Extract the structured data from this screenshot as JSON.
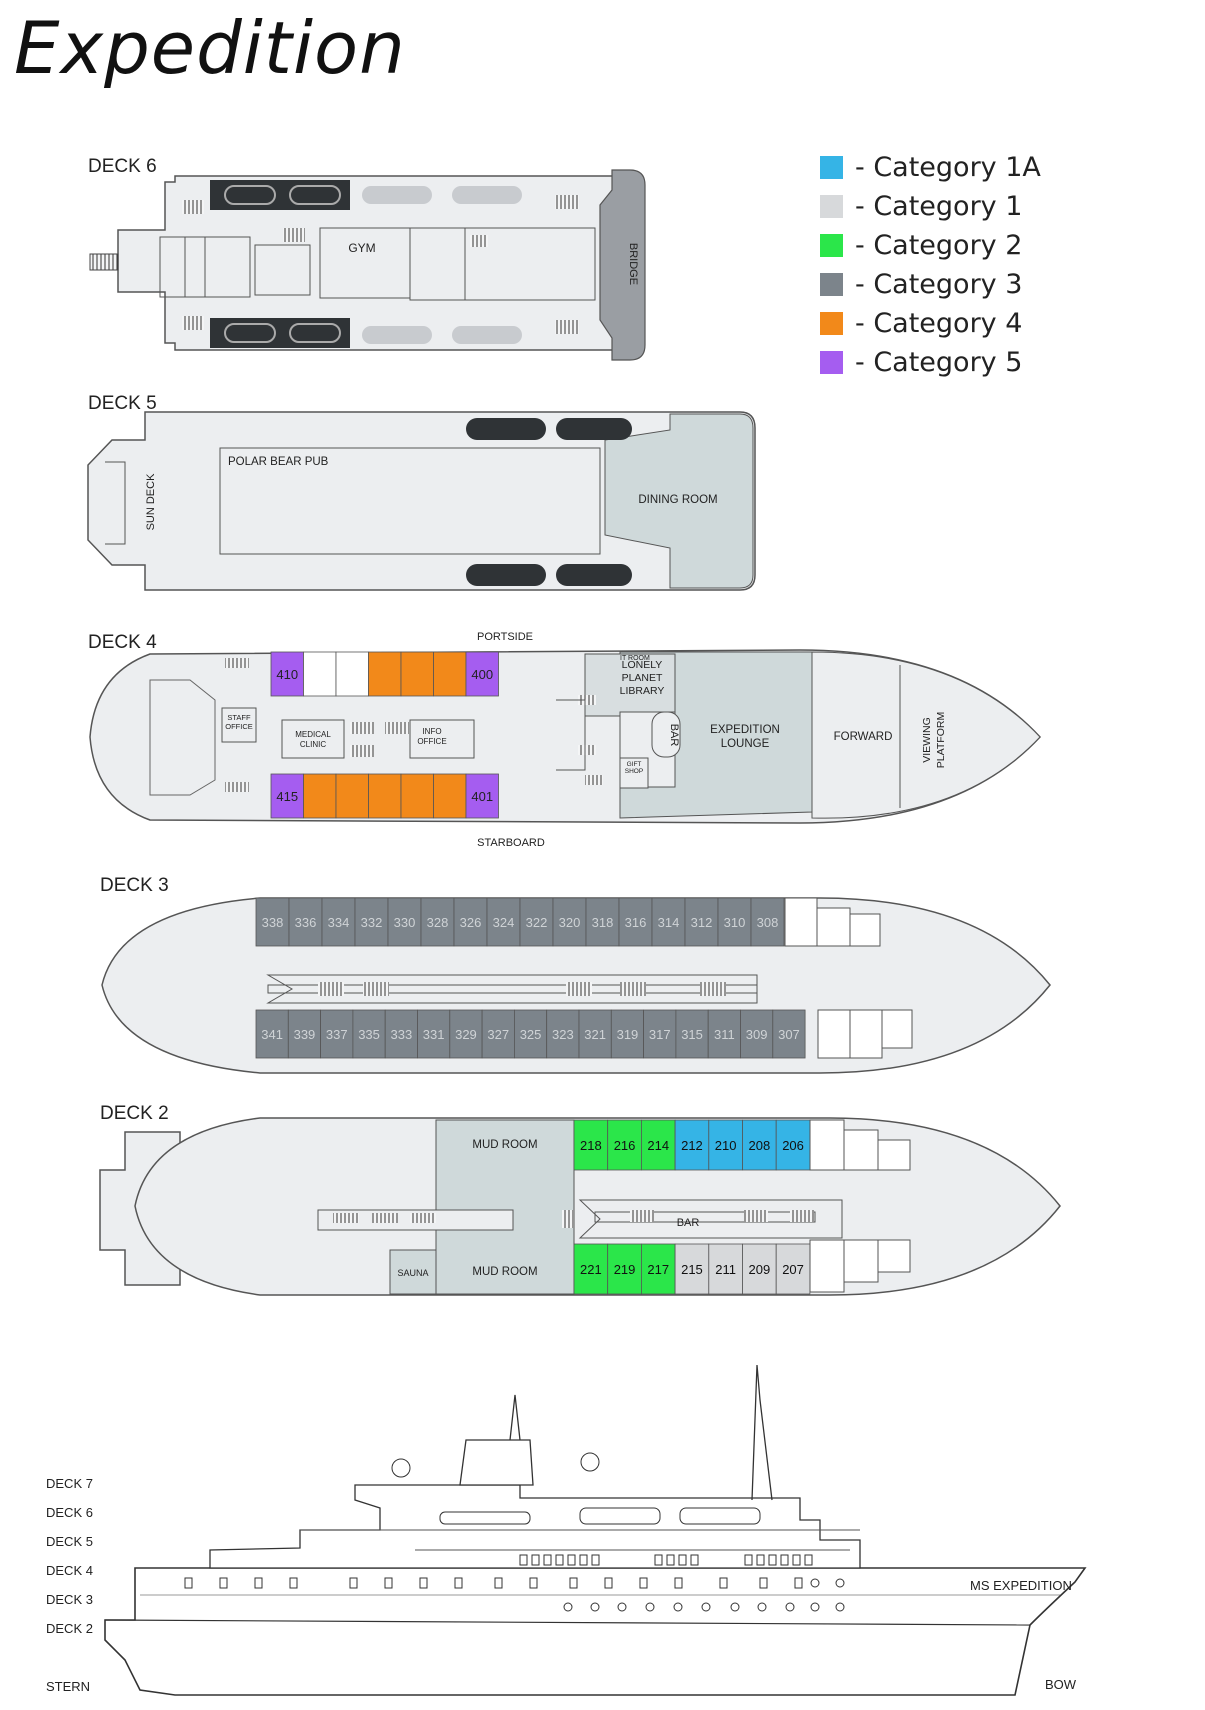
{
  "title": "Expedition",
  "colors": {
    "cat1a": "#35b4e6",
    "cat1": "#d7d9db",
    "cat2": "#2be64a",
    "cat3": "#7c848b",
    "cat4": "#f2891a",
    "cat5": "#a55df0",
    "hull": "#eceef0",
    "public": "#cfd9da",
    "outline": "#4a4a4a"
  },
  "legend": [
    {
      "label": "- Category 1A",
      "color": "#35b4e6"
    },
    {
      "label": "- Category 1",
      "color": "#d7d9db"
    },
    {
      "label": "- Category 2",
      "color": "#2be64a"
    },
    {
      "label": "- Category 3",
      "color": "#7c848b"
    },
    {
      "label": "- Category 4",
      "color": "#f2891a"
    },
    {
      "label": "- Category 5",
      "color": "#a55df0"
    }
  ],
  "deck6": {
    "title": "DECK 6",
    "gym": "GYM",
    "bridge": "BRIDGE"
  },
  "deck5": {
    "title": "DECK 5",
    "pub": "POLAR BEAR PUB",
    "sun_deck": "SUN DECK",
    "dining": "DINING ROOM"
  },
  "deck4": {
    "title": "DECK 4",
    "portside": "PORTSIDE",
    "starboard": "STARBOARD",
    "staff_office": [
      "STAFF",
      "OFFICE"
    ],
    "medical": [
      "MEDICAL",
      "CLINIC"
    ],
    "info": [
      "INFO",
      "OFFICE"
    ],
    "it_room": "IT ROOM",
    "library": [
      "LONELY",
      "PLANET",
      "LIBRARY"
    ],
    "bar": "BAR",
    "gift_shop": [
      "GIFT",
      "SHOP"
    ],
    "lounge": [
      "EXPEDITION",
      "LOUNGE"
    ],
    "forward": "FORWARD",
    "viewing": [
      "VIEWING",
      "PLATFORM"
    ],
    "cabins_top": [
      "410",
      "",
      "",
      "",
      "",
      "",
      "400"
    ],
    "cabins_bottom": [
      "415",
      "",
      "",
      "",
      "",
      "",
      "401"
    ]
  },
  "deck3": {
    "title": "DECK 3",
    "cabins_top": [
      "338",
      "336",
      "334",
      "332",
      "330",
      "328",
      "326",
      "324",
      "322",
      "320",
      "318",
      "316",
      "314",
      "312",
      "310",
      "308"
    ],
    "cabins_bottom": [
      "341",
      "339",
      "337",
      "335",
      "333",
      "331",
      "329",
      "327",
      "325",
      "323",
      "321",
      "319",
      "317",
      "315",
      "311",
      "309",
      "307"
    ]
  },
  "deck2": {
    "title": "DECK 2",
    "mud_room": "MUD ROOM",
    "sauna": "SAUNA",
    "bar": "BAR",
    "cabins_top": [
      "218",
      "216",
      "214",
      "212",
      "210",
      "208",
      "206"
    ],
    "cabins_bottom": [
      "221",
      "219",
      "217",
      "215",
      "211",
      "209",
      "207"
    ]
  },
  "profile": {
    "deck_labels": [
      "DECK 7",
      "DECK 6",
      "DECK 5",
      "DECK 4",
      "DECK 3",
      "DECK 2"
    ],
    "stern": "STERN",
    "bow": "BOW",
    "ship_name": "MS EXPEDITION"
  }
}
